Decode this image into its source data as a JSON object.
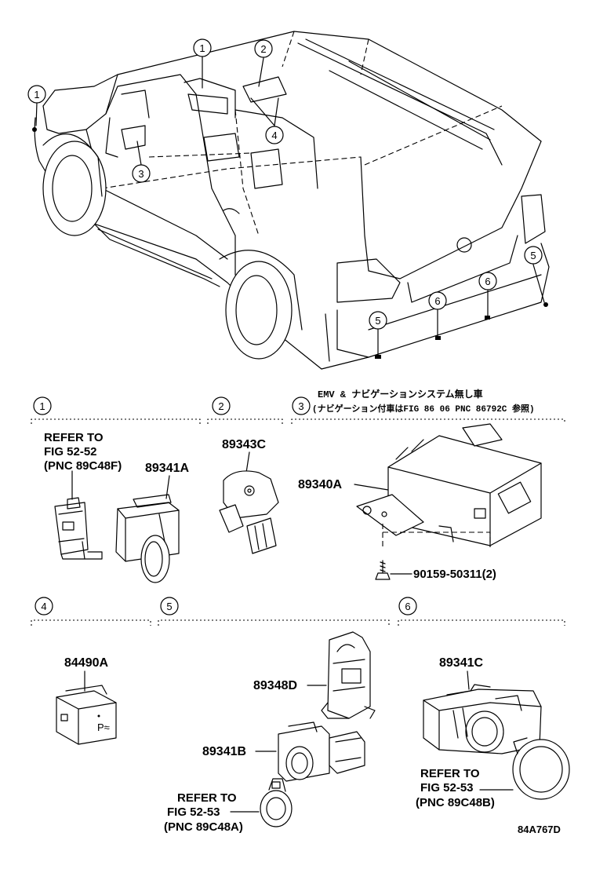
{
  "callouts": {
    "c1": "1",
    "c2": "2",
    "c3": "3",
    "c4": "4",
    "c5": "5",
    "c6": "6"
  },
  "sections": {
    "s1": {
      "num": "1",
      "refer_line1": "REFER TO",
      "refer_line2": "FIG 52-52",
      "refer_line3": "(PNC 89C48F)",
      "part": "89341A"
    },
    "s2": {
      "num": "2",
      "part": "89343C"
    },
    "s3": {
      "num": "3",
      "note_line1": "EMV & ナビゲーションシステム無し車",
      "note_line2": "(ナビゲーション付車はFIG 86 06 PNC 86792C 参照)",
      "part": "89340A",
      "screw": "90159-50311(2)"
    },
    "s4": {
      "num": "4",
      "part": "84490A"
    },
    "s5": {
      "num": "5",
      "part_top": "89348D",
      "part_bottom": "89341B",
      "refer_line1": "REFER TO",
      "refer_line2": "FIG 52-53",
      "refer_line3": "(PNC 89C48A)"
    },
    "s6": {
      "num": "6",
      "part": "89341C",
      "refer_line1": "REFER TO",
      "refer_line2": "FIG 52-53",
      "refer_line3": "(PNC 89C48B)"
    }
  },
  "figure_id": "84A767D"
}
